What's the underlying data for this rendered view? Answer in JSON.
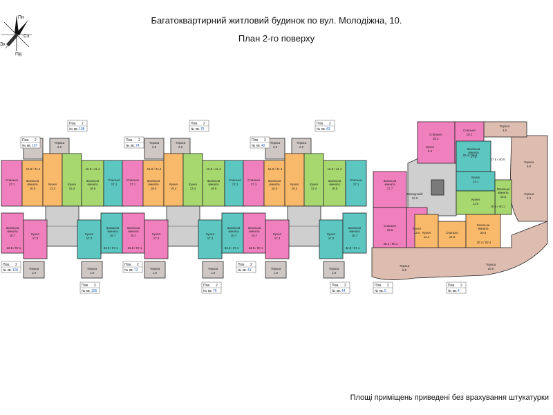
{
  "header": {
    "title": "Багатоквартирний житловий будинок по вул. Молодіжна, 10.",
    "subtitle": "План 2-го поверху"
  },
  "compass": {
    "north": "Пн",
    "east": "Сх",
    "south": "Пд",
    "west": "Зх"
  },
  "footnote": "Площі приміщень приведені без врахування штукатурки",
  "colors": {
    "pink": "#f07fbd",
    "orange": "#f9b96a",
    "green": "#a6d86f",
    "teal": "#5cc6c0",
    "terrace": "#ddbdb0",
    "balcony": "#cfc7c4",
    "stair": "#cfcfcf",
    "lift": "#7a7a7a",
    "wall": "#222222"
  },
  "room_names": {
    "bedroom": "Спальня",
    "living": "Загальна кімната",
    "kitchen": "Кухня",
    "hall": "Передпокій",
    "terrace": "Тераса"
  },
  "tag_labels": {
    "floor": "Пов.",
    "apartment": "№ кв."
  },
  "floor": "2",
  "apartment_tags": {
    "top": [
      "107",
      "108",
      "74",
      "75",
      "42",
      "43"
    ],
    "bottom": [
      "106",
      "105",
      "73",
      "76",
      "41",
      "44",
      "5",
      "4"
    ]
  },
  "sections": [
    {
      "rooms": [
        {
          "name": "Спальня",
          "area": "17.1"
        },
        {
          "name": "Загальна кімната",
          "area": "16.6"
        },
        {
          "name": "Кухня",
          "area": "13.4"
        },
        {
          "name": "Кухня",
          "area": "15.4"
        },
        {
          "name": "Загальна кімната",
          "area": "16.6"
        },
        {
          "name": "Спальня",
          "area": "17.1"
        },
        {
          "name": "Загальна кімната",
          "area": "16.7"
        },
        {
          "name": "Кухня",
          "area": "17.2"
        },
        {
          "name": "Кухня",
          "area": "17.2"
        },
        {
          "name": "Загальна кімната",
          "area": "16.7"
        }
      ],
      "terraces": [
        "2.0",
        "2.0",
        "1.9",
        "1.9"
      ],
      "totals": [
        "16.9 / 41.4",
        "16.9 / 41.4",
        "33.8 / 67.1",
        "33.8 / 67.1"
      ]
    },
    {
      "rooms": [
        {
          "name": "Спальня",
          "area": "17.1"
        },
        {
          "name": "Загальна кімната",
          "area": "16.6"
        },
        {
          "name": "Кухня",
          "area": "15.4"
        },
        {
          "name": "Кухня",
          "area": "13.4"
        },
        {
          "name": "Загальна кімната",
          "area": "16.6"
        },
        {
          "name": "Спальня",
          "area": "17.1"
        },
        {
          "name": "Загальна кімната",
          "area": "16.7"
        },
        {
          "name": "Кухня",
          "area": "17.2"
        },
        {
          "name": "Кухня",
          "area": "17.2"
        },
        {
          "name": "Загальна кімната",
          "area": "16.7"
        }
      ],
      "terraces": [
        "2.0",
        "2.0",
        "1.9",
        "1.9"
      ],
      "totals": [
        "16.9 / 41.4",
        "16.9 / 41.4",
        "33.8 / 67.1",
        "33.8 / 67.1"
      ]
    },
    {
      "rooms": [
        {
          "name": "Спальня",
          "area": "17.1"
        },
        {
          "name": "Загальна кімната",
          "area": "16.6"
        },
        {
          "name": "Кухня",
          "area": "15.4"
        },
        {
          "name": "Кухня",
          "area": "13.4"
        },
        {
          "name": "Загальна кімната",
          "area": "16.6"
        },
        {
          "name": "Спальня",
          "area": "17.1"
        },
        {
          "name": "Загальна кімната",
          "area": "16.7"
        },
        {
          "name": "Кухня",
          "area": "17.2"
        },
        {
          "name": "Кухня",
          "area": "17.2"
        },
        {
          "name": "Загальна кімната",
          "area": "16.7"
        }
      ],
      "terraces": [
        "2.0",
        "2.0",
        "1.9",
        "1.9"
      ],
      "totals": [
        "16.9 / 41.4",
        "16.9 / 41.4",
        "33.8 / 67.1",
        "33.8 / 67.1"
      ]
    }
  ],
  "east_block": {
    "rooms": [
      {
        "name": "Спальня",
        "area": "16.4",
        "color": "pink"
      },
      {
        "name": "Спальня",
        "area": "18.1",
        "color": "pink"
      },
      {
        "name": "Загальна кімната",
        "area": "17.7",
        "color": "pink"
      },
      {
        "name": "Кухня",
        "area": "13.0",
        "color": "pink"
      },
      {
        "name": "Спальня",
        "area": "16.5",
        "color": "pink"
      },
      {
        "name": "Кухня",
        "area": "8.4",
        "color": "pink"
      },
      {
        "name": "Загальна кімната",
        "area": "17.5",
        "color": "teal"
      },
      {
        "name": "Кухня",
        "area": "12.1",
        "color": "teal"
      },
      {
        "name": "Загальна кімната",
        "area": "15.8",
        "color": "green"
      },
      {
        "name": "Кухня",
        "area": "11.6",
        "color": "green"
      },
      {
        "name": "Кухня",
        "area": "12.1",
        "color": "orange"
      },
      {
        "name": "Спальня",
        "area": "14.9",
        "color": "orange"
      },
      {
        "name": "Загальна кімната",
        "area": "20.5",
        "color": "orange"
      },
      {
        "name": "Передпокій",
        "area": "10.0",
        "color": "pink"
      }
    ],
    "terraces": [
      "6.6",
      "4.0",
      "9.0",
      "6.3",
      "20.0"
    ],
    "totals": [
      "48.2 / 90.1",
      "26.4 / 55.8",
      "17.5 / 40.0",
      "16.8 / 40.1",
      "20.4 / 62.4"
    ]
  }
}
